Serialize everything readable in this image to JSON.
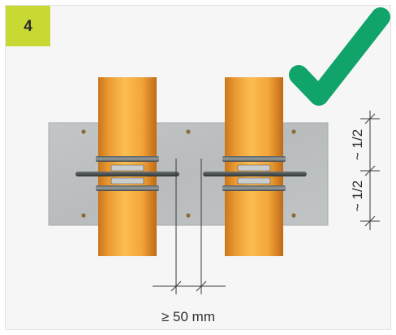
{
  "step": {
    "number": "4"
  },
  "icons": {
    "status": "checkmark-icon"
  },
  "dimensions": {
    "gap": "≥ 50 mm",
    "upper": "~ 1/2",
    "lower": "~ 1/2"
  },
  "colors": {
    "frame_background": "#f6f6f6",
    "frame_border": "#e3e3e3",
    "badge": "#c9d934",
    "check": "#10a36a",
    "plate": "#bcbfc0",
    "pipe": "#f0a238",
    "clamp": "#3f4545",
    "dimension_line": "#3a3a3a"
  }
}
